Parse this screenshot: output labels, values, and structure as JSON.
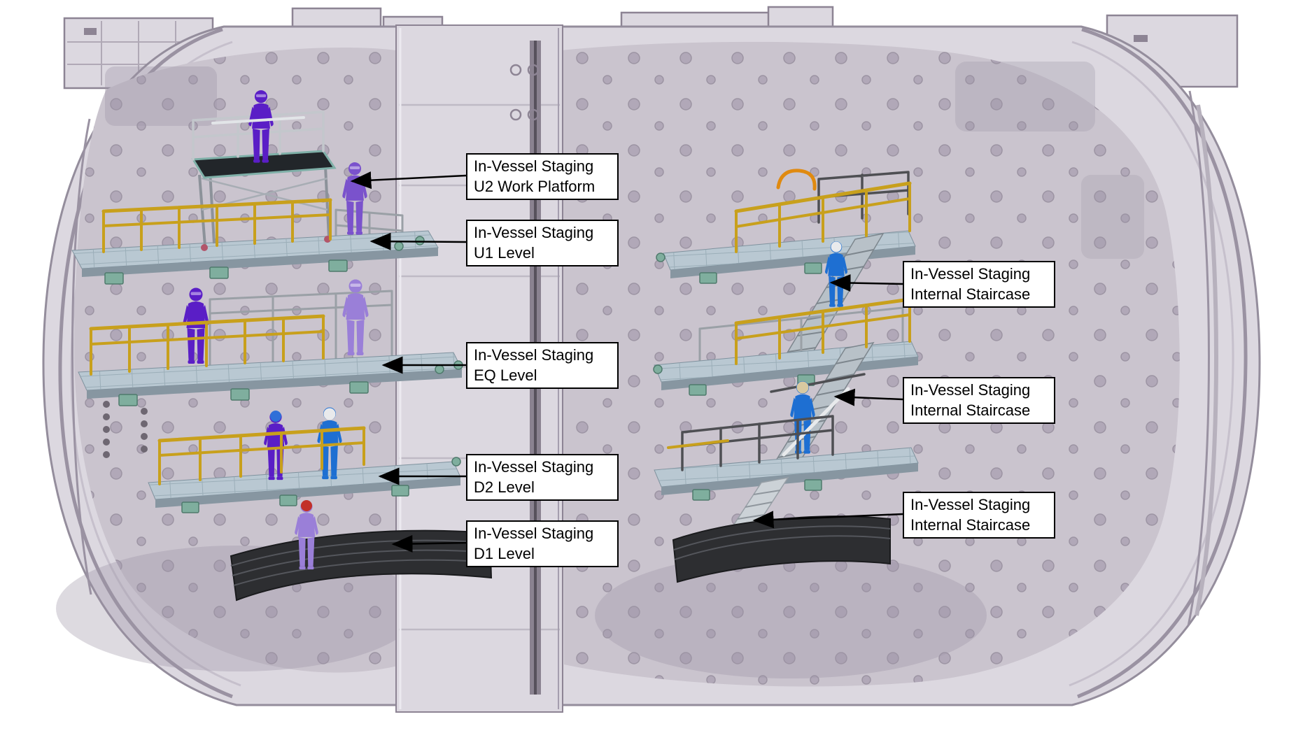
{
  "palette": {
    "bg": "#ffffff",
    "vessel-light": "#dcd8e0",
    "vessel-mid": "#cac4ce",
    "vessel-dark": "#a89fb0",
    "vessel-line": "#8d8494",
    "deck": "#b9c8d2",
    "deck-edge": "#8796a1",
    "railing-yellow": "#c8a01c",
    "grating": "#2d2e31",
    "grating-slat": "#54565c",
    "support-teal": "#7fae9e",
    "accent-orange": "#e08a10",
    "figure-purple": "#5a1ec6",
    "figure-violet": "#7a52cc",
    "figure-lilac": "#9a7fd8",
    "figure-blue": "#1e6fd2",
    "helmet-red": "#c23028",
    "helmet-white": "#e9eaec",
    "helmet-blue": "#2f6fd8",
    "helmet-tan": "#d8c9a0",
    "callout-border": "#000000",
    "callout-bg": "#ffffff",
    "callout-text": "#000000"
  },
  "callouts": [
    {
      "id": "u2-work-platform",
      "line1": "In-Vessel Staging",
      "line2": "U2 Work Platform"
    },
    {
      "id": "u1-level",
      "line1": "In-Vessel Staging",
      "line2": "U1 Level"
    },
    {
      "id": "eq-level",
      "line1": "In-Vessel Staging",
      "line2": "EQ Level"
    },
    {
      "id": "d2-level",
      "line1": "In-Vessel Staging",
      "line2": "D2 Level"
    },
    {
      "id": "d1-level",
      "line1": "In-Vessel Staging",
      "line2": "D1 Level"
    },
    {
      "id": "internal-staircase-upper",
      "line1": "In-Vessel Staging",
      "line2": "Internal Staircase"
    },
    {
      "id": "internal-staircase-mid",
      "line1": "In-Vessel Staging",
      "line2": "Internal Staircase"
    },
    {
      "id": "internal-staircase-lower",
      "line1": "In-Vessel Staging",
      "line2": "Internal Staircase"
    }
  ]
}
